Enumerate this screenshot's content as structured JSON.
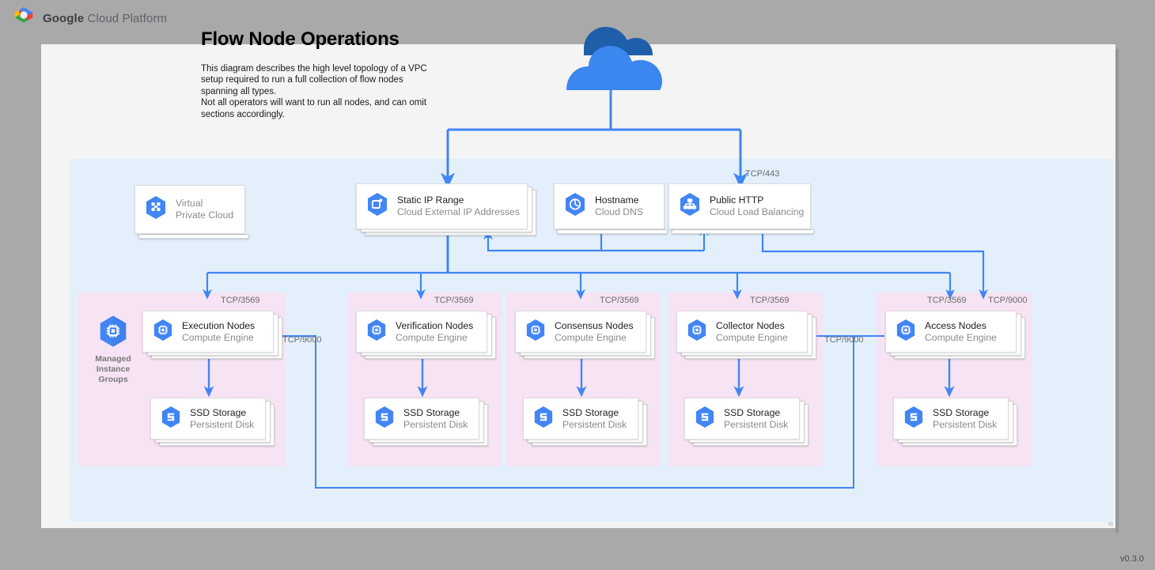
{
  "brand": {
    "bold": "Google",
    "rest": " Cloud Platform",
    "logo_icon": "google-cloud-hexagon-logo"
  },
  "title": "Flow Node Operations",
  "description": "This diagram describes the high level topology of a VPC setup required to run a full collection of flow nodes spanning all types.\nNot all operators will want to run all nodes, and can omit sections accordingly.",
  "version": "v0.3.0",
  "colors": {
    "page_background": "#a9a9a9",
    "paper": "#f4f4f4",
    "vpc_region": "#e3f0fc",
    "node_group": "#f6e3f3",
    "connector": "#4285f4",
    "gcp_blue": "#4285f4",
    "cloud_top": "#1f5fa9",
    "cloud_body": "#3b86ef",
    "card_title": "#202124",
    "card_subtitle": "#8a8a8a",
    "port_label": "#6b6b6b",
    "group_label": "#7a7a7a"
  },
  "cloud": {
    "icon": "cloud-icon",
    "label": "Internet"
  },
  "top_row": [
    {
      "title": "Virtual",
      "subtitle": "Private Cloud",
      "icon": "virtual-private-cloud-icon",
      "stacked": false
    },
    {
      "title": "Static IP Range",
      "subtitle": "Cloud External IP Addresses",
      "icon": "static-ip-range-icon",
      "stacked": true
    },
    {
      "title": "Hostname",
      "subtitle": "Cloud DNS",
      "icon": "cloud-dns-icon",
      "stacked": false
    },
    {
      "title": "Public HTTP",
      "subtitle": "Cloud Load Balancing",
      "icon": "cloud-load-balancing-icon",
      "stacked": false
    }
  ],
  "groups": [
    {
      "group_label": "Managed\nInstance\nGroups",
      "group_icon": "managed-instance-groups-icon",
      "node": {
        "title": "Execution Nodes",
        "subtitle": "Compute Engine",
        "icon": "compute-engine-icon"
      },
      "storage": {
        "title": "SSD Storage",
        "subtitle": "Persistent Disk",
        "icon": "persistent-disk-icon"
      },
      "inbound_port": "TCP/3569"
    },
    {
      "group_label": "",
      "group_icon": "",
      "node": {
        "title": "Verification Nodes",
        "subtitle": "Compute Engine",
        "icon": "compute-engine-icon"
      },
      "storage": {
        "title": "SSD Storage",
        "subtitle": "Persistent Disk",
        "icon": "persistent-disk-icon"
      },
      "inbound_port": "TCP/3569"
    },
    {
      "group_label": "",
      "group_icon": "",
      "node": {
        "title": "Consensus Nodes",
        "subtitle": "Compute Engine",
        "icon": "compute-engine-icon"
      },
      "storage": {
        "title": "SSD Storage",
        "subtitle": "Persistent Disk",
        "icon": "persistent-disk-icon"
      },
      "inbound_port": "TCP/3569"
    },
    {
      "group_label": "",
      "group_icon": "",
      "node": {
        "title": "Collector Nodes",
        "subtitle": "Compute Engine",
        "icon": "compute-engine-icon"
      },
      "storage": {
        "title": "SSD Storage",
        "subtitle": "Persistent Disk",
        "icon": "persistent-disk-icon"
      },
      "inbound_port": "TCP/3569"
    },
    {
      "group_label": "",
      "group_icon": "",
      "node": {
        "title": "Access Nodes",
        "subtitle": "Compute Engine",
        "icon": "compute-engine-icon"
      },
      "storage": {
        "title": "SSD Storage",
        "subtitle": "Persistent Disk",
        "icon": "persistent-disk-icon"
      },
      "inbound_port": "TCP/3569"
    }
  ],
  "port_labels": {
    "lb_https": "TCP/443",
    "access_extra": "TCP/9000",
    "collector_peer": "TCP/9000",
    "execution_peer": "TCP/9000"
  }
}
